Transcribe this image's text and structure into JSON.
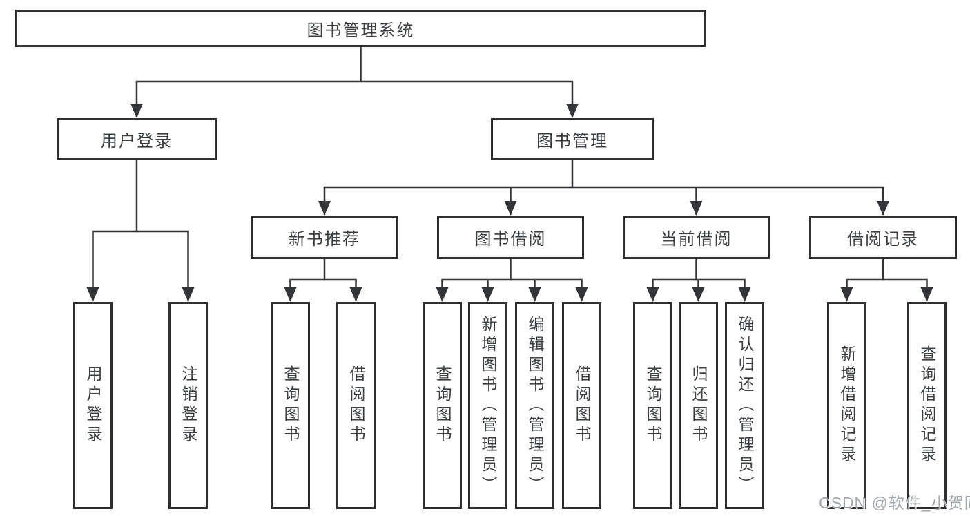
{
  "root": {
    "label": "图书管理系统"
  },
  "level2": [
    {
      "label": "用户登录"
    },
    {
      "label": "图书管理"
    }
  ],
  "level3": [
    {
      "label": "新书推荐"
    },
    {
      "label": "图书借阅"
    },
    {
      "label": "当前借阅"
    },
    {
      "label": "借阅记录"
    }
  ],
  "leaves": [
    {
      "label": "用户登录"
    },
    {
      "label": "注销登录"
    },
    {
      "label": "查询图书"
    },
    {
      "label": "借阅图书"
    },
    {
      "label": "查询图书"
    },
    {
      "label": "新增图书（管理员）"
    },
    {
      "label": "编辑图书（管理员）"
    },
    {
      "label": "借阅图书"
    },
    {
      "label": "查询图书"
    },
    {
      "label": "归还图书"
    },
    {
      "label": "确认归还（管理员）"
    },
    {
      "label": "新增借阅记录"
    },
    {
      "label": "查询借阅记录"
    }
  ],
  "watermark": "CSDN @软件_小贺同学",
  "colors": {
    "line": "#333538",
    "border": "#2f2f31",
    "text": "#3c4043",
    "watermark": "#a2a7ae",
    "background": "#ffffff"
  }
}
